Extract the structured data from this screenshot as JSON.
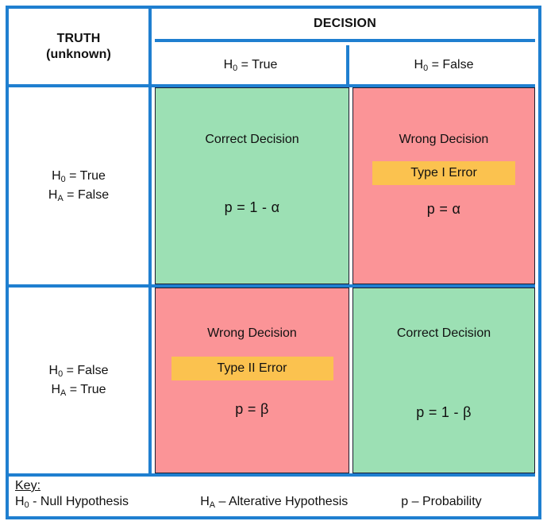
{
  "colors": {
    "border_blue": "#1f7fd0",
    "correct_green": "#9ce0b4",
    "wrong_pink": "#fb9497",
    "error_badge_orange": "#fbc24f",
    "cell_outline": "#1b1b2e",
    "text": "#111111"
  },
  "corner": {
    "truth_line1": "TRUTH",
    "truth_line2": "(unknown)"
  },
  "decision": {
    "title": "DECISION",
    "columns": [
      {
        "h0": "H",
        "sub": "0",
        "rest": " = True"
      },
      {
        "h0": "H",
        "sub": "0",
        "rest": " = False"
      }
    ]
  },
  "rows": [
    {
      "label_line1_h": "H",
      "label_line1_sub": "0",
      "label_line1_rest": " = True",
      "label_line2_h": "H",
      "label_line2_sub": "A",
      "label_line2_rest": " = False",
      "cells": [
        {
          "verdict": "Correct Decision",
          "badge": null,
          "probability": "p =  1 - α",
          "color": "green"
        },
        {
          "verdict": "Wrong Decision",
          "badge": "Type I Error",
          "probability": "p = α",
          "color": "pink"
        }
      ]
    },
    {
      "label_line1_h": "H",
      "label_line1_sub": "0",
      "label_line1_rest": " = False",
      "label_line2_h": "H",
      "label_line2_sub": "A",
      "label_line2_rest": " = True",
      "cells": [
        {
          "verdict": "Wrong Decision",
          "badge": "Type II Error",
          "probability": "p = β",
          "color": "pink"
        },
        {
          "verdict": "Correct Decision",
          "badge": null,
          "probability": "p =  1 - β",
          "color": "green"
        }
      ]
    }
  ],
  "key": {
    "title": "Key:",
    "items": [
      {
        "symbol": "H",
        "sub": "0",
        "definition": " - Null Hypothesis"
      },
      {
        "symbol": "H",
        "sub": "A",
        "definition": " – Alterative Hypothesis"
      },
      {
        "symbol": "p",
        "sub": "",
        "definition": " – Probability"
      }
    ]
  }
}
